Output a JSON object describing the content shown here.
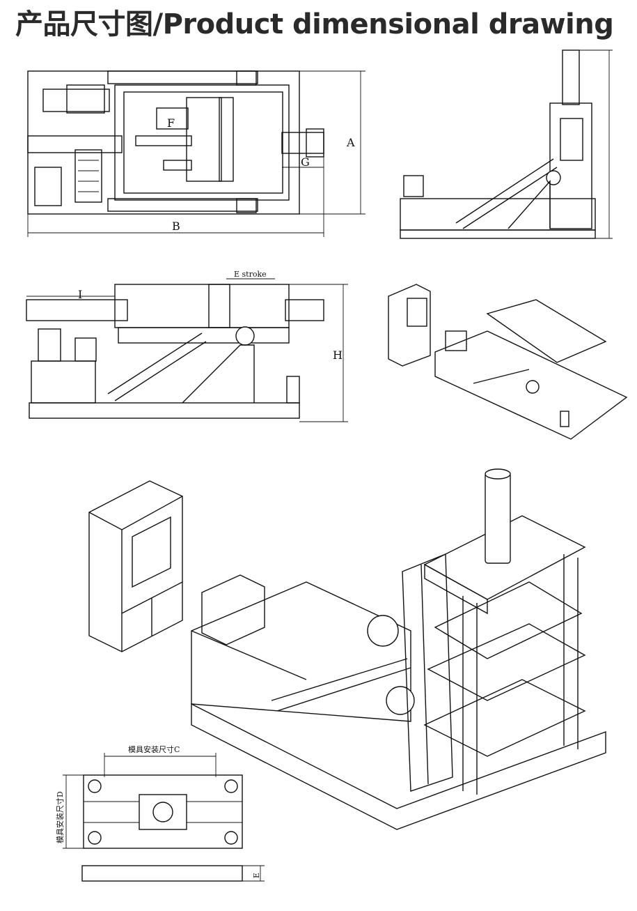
{
  "title": "产品尺寸图/Product dimensional drawing",
  "labels": {
    "a": "A",
    "b": "B",
    "f": "F",
    "g": "G",
    "h": "H",
    "i": "I",
    "e_stroke": "E stroke",
    "mold_c": "模具安装尺寸C",
    "mold_d": "模具安装尺寸D",
    "mold_e": "E"
  }
}
